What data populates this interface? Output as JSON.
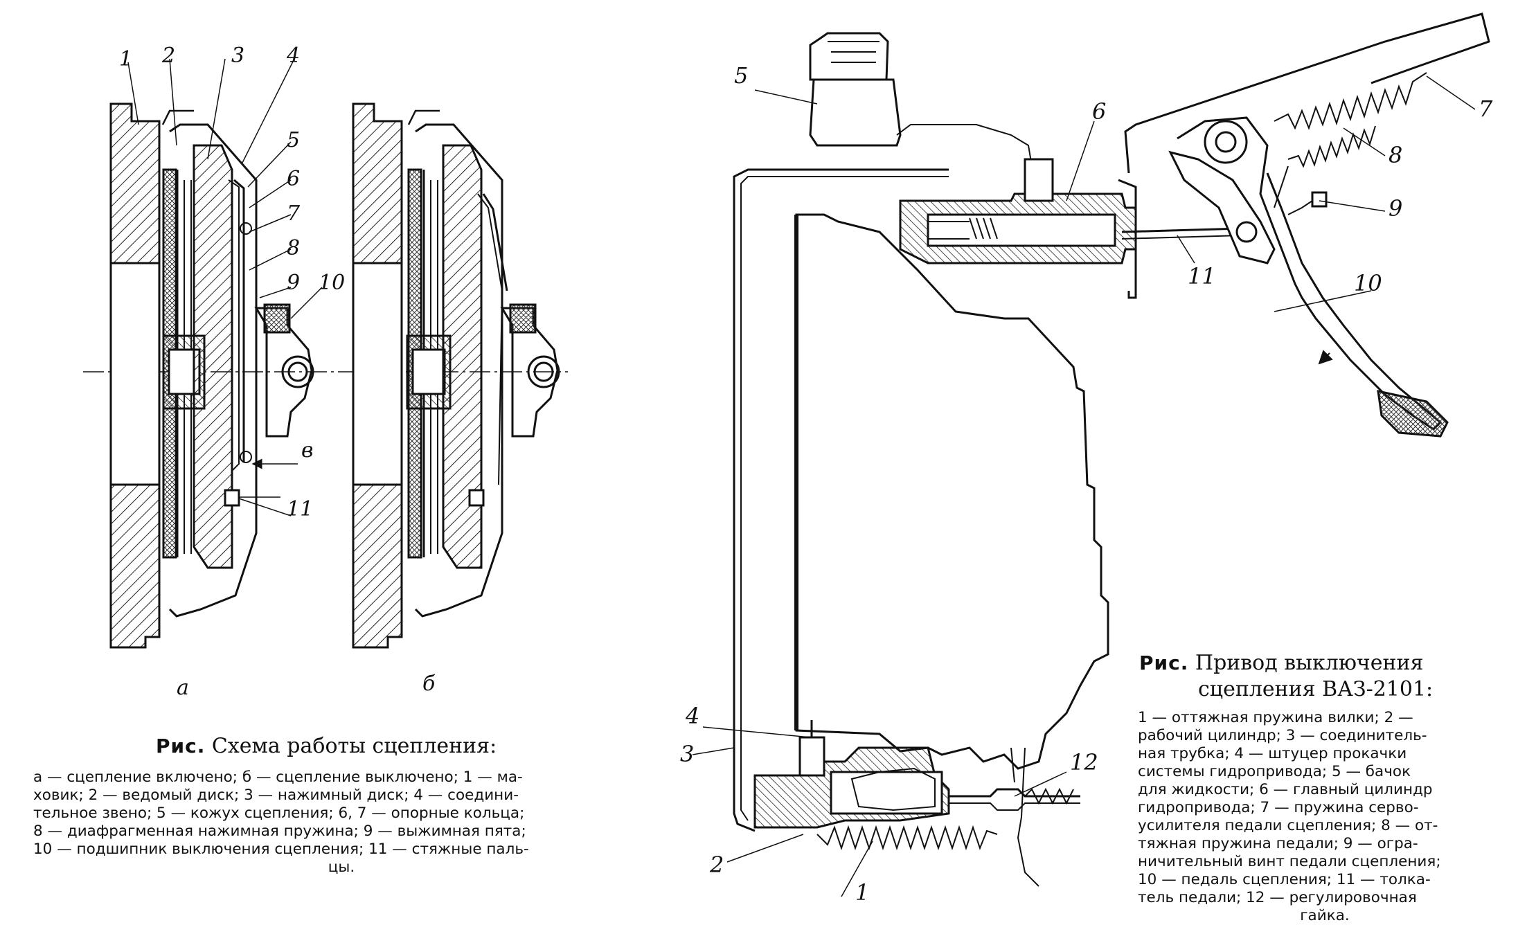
{
  "fig1": {
    "part_labels": [
      "1",
      "2",
      "3",
      "4",
      "5",
      "6",
      "7",
      "8",
      "9",
      "10",
      "11"
    ],
    "arrow_label": "в",
    "state_labels": [
      "а",
      "б"
    ],
    "caption_prefix": "Рис.",
    "caption_title": "Схема работы сцепления:",
    "legend_lines": [
      "а — сцепление включено; б — сцепление выключено; 1 — ма-",
      "ховик; 2 — ведомый диск; 3 — нажимный диск; 4 — соедини-",
      "тельное звено; 5 — кожух сцепления; 6, 7 — опорные кольца;",
      "8 — диафрагменная нажимная пружина; 9 — выжимная пята;",
      "10 — подшипник выключения сцепления; 11 — стяжные паль-",
      "цы."
    ]
  },
  "fig2": {
    "part_labels": [
      "1",
      "2",
      "3",
      "4",
      "5",
      "6",
      "7",
      "8",
      "9",
      "10",
      "11",
      "12"
    ],
    "caption_prefix": "Рис.",
    "caption_title_line1": "Привод выключения",
    "caption_title_line2": "сцепления ВАЗ-2101:",
    "legend_lines": [
      "1 — оттяжная пружина вилки; 2 —",
      "рабочий цилиндр; 3 — соединитель-",
      "ная трубка; 4 — штуцер прокачки",
      "системы гидропривода; 5 — бачок",
      "для жидкости; 6 — главный цилиндр",
      "гидропривода; 7 — пружина серво-",
      "усилителя педали сцепления; 8 — от-",
      "тяжная пружина педали; 9 — огра-",
      "ничительный винт педали сцепления;",
      "10 — педаль сцепления; 11 — толка-",
      "тель педали; 12 — регулировочная",
      "гайка."
    ]
  }
}
